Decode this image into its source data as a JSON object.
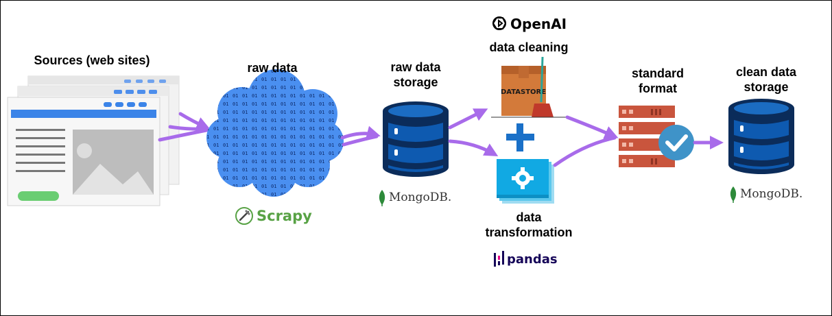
{
  "labels": {
    "sources": "Sources (web sites)",
    "raw_data": "raw data",
    "raw_storage_line1": "raw data",
    "raw_storage_line2": "storage",
    "data_cleaning": "data cleaning",
    "standard_line1": "standard",
    "standard_line2": "format",
    "clean_storage_line1": "clean data",
    "clean_storage_line2": "storage",
    "transform_line1": "data",
    "transform_line2": "transformation"
  },
  "logos": {
    "scrapy": "Scrapy",
    "openai": "OpenAI",
    "mongodb_1": "MongoDB.",
    "mongodb_2": "MongoDB.",
    "pandas": "pandas",
    "datastore": "DATASTORE"
  },
  "icons": {
    "websites": "browser-windows-icon",
    "cloud": "binary-cloud-icon",
    "database": "database-cylinder-icon",
    "datastore_box": "box-with-broom-icon",
    "plus": "plus-icon",
    "gear_window": "gear-window-icon",
    "server_check": "server-checkmark-icon"
  },
  "colors": {
    "arrow": "#a86bea",
    "db_blue": "#0e5ab0",
    "db_dark": "#0b2c5a",
    "cloud_blue": "#4a8ff0",
    "plus_blue": "#1a70c8",
    "browser_blue": "#3b84e8",
    "server_red": "#c9553d",
    "check_blue": "#3f93c8",
    "scrapy_green": "#58a245",
    "mongo_green": "#2d8a3a",
    "pandas_purple": "#150458"
  }
}
